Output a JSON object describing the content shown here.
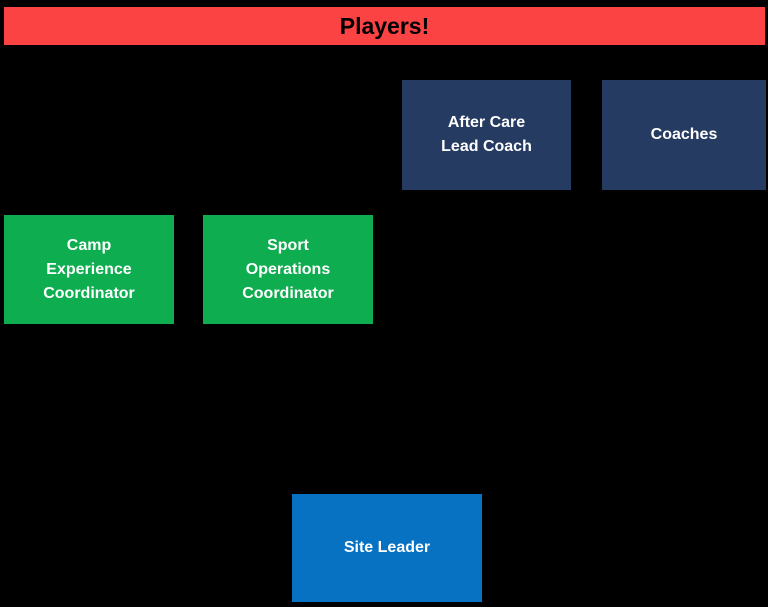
{
  "diagram": {
    "type": "org-chart",
    "background_color": "#000000",
    "banner": {
      "label": "Players!",
      "bg_color": "#FC4343",
      "text_color": "#000000"
    },
    "nodes": [
      {
        "id": "after-care-lead-coach",
        "label": "After Care\nLead Coach",
        "bg_color": "#253B61",
        "text_color": "#FFFFFF"
      },
      {
        "id": "coaches",
        "label": "Coaches",
        "bg_color": "#253B61",
        "text_color": "#FFFFFF"
      },
      {
        "id": "camp-experience-coordinator",
        "label": "Camp\nExperience\nCoordinator",
        "bg_color": "#0EAD4F",
        "text_color": "#FFFFFF"
      },
      {
        "id": "sport-operations-coordinator",
        "label": "Sport\nOperations\nCoordinator",
        "bg_color": "#0EAD4F",
        "text_color": "#FFFFFF"
      },
      {
        "id": "site-leader",
        "label": "Site Leader",
        "bg_color": "#0771C2",
        "text_color": "#FFFFFF"
      }
    ]
  }
}
